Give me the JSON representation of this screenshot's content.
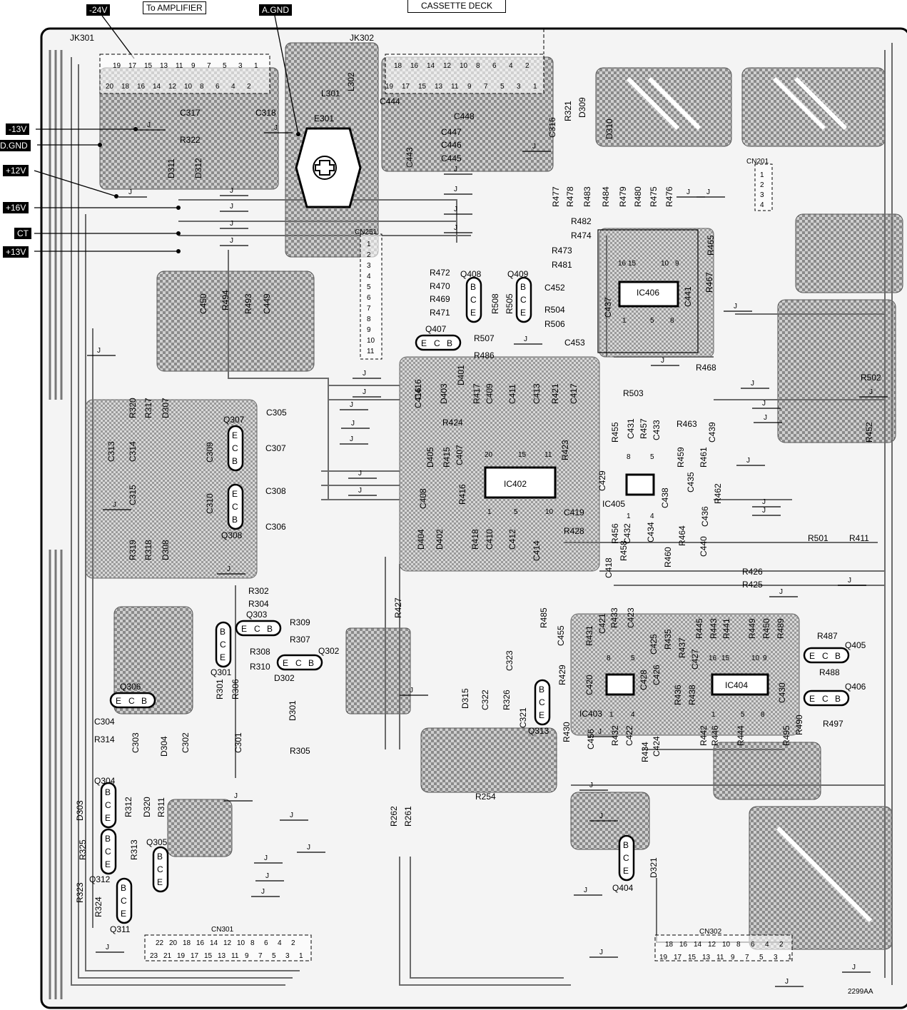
{
  "header_tags": {
    "neg24v": "-24V",
    "to_amplifier": "To AMPLIFIER",
    "a_gnd": "A.GND",
    "cassette_deck": "CASSETTE DECK"
  },
  "side_labels": {
    "neg13v": "-13V",
    "d_gnd": "D.GND",
    "pos12v": "+12V",
    "pos16v": "+16V",
    "ct": "CT",
    "pos13v": "+13V"
  },
  "connectors": {
    "jk301": {
      "name": "JK301",
      "top_row": [
        "19",
        "17",
        "15",
        "13",
        "11",
        "9",
        "7",
        "5",
        "3",
        "1"
      ],
      "bottom_row": [
        "20",
        "18",
        "16",
        "14",
        "12",
        "10",
        "8",
        "6",
        "4",
        "2"
      ]
    },
    "jk302": {
      "name": "JK302",
      "top_row": [
        "18",
        "16",
        "14",
        "12",
        "10",
        "8",
        "6",
        "4",
        "2"
      ],
      "bottom_row": [
        "19",
        "17",
        "15",
        "13",
        "11",
        "9",
        "7",
        "5",
        "3",
        "1"
      ]
    },
    "cn251": {
      "name": "CN251",
      "pins": [
        "1",
        "2",
        "3",
        "4",
        "5",
        "6",
        "7",
        "8",
        "9",
        "10",
        "11"
      ]
    },
    "cn201": {
      "name": "CN201",
      "pins": [
        "1",
        "2",
        "3",
        "4"
      ]
    },
    "cn301": {
      "name": "CN301",
      "top_row": [
        "22",
        "20",
        "18",
        "16",
        "14",
        "12",
        "10",
        "8",
        "6",
        "4",
        "2"
      ],
      "bottom_row": [
        "23",
        "21",
        "19",
        "17",
        "15",
        "13",
        "11",
        "9",
        "7",
        "5",
        "3",
        "1"
      ]
    },
    "cn302": {
      "name": "CN302",
      "top_row": [
        "18",
        "16",
        "14",
        "12",
        "10",
        "8",
        "6",
        "4",
        "2"
      ],
      "bottom_row": [
        "19",
        "17",
        "15",
        "13",
        "11",
        "9",
        "7",
        "5",
        "3",
        "1"
      ]
    }
  },
  "ics": {
    "ic402": "IC402",
    "ic406": "IC406",
    "ic405": "IC405",
    "ic404": "IC404",
    "ic403": "IC403"
  },
  "ic_pins": {
    "ic402_top": [
      "20",
      "15",
      "11"
    ],
    "ic402_bottom": [
      "1",
      "5",
      "10"
    ],
    "ic406_top": [
      "16",
      "15",
      "10",
      "9"
    ],
    "ic406_bottom": [
      "1",
      "5",
      "8"
    ],
    "ic405_top": [
      "8",
      "5"
    ],
    "ic405_bottom": [
      "1",
      "4"
    ],
    "ic404_top": [
      "16",
      "15",
      "10",
      "9"
    ],
    "ic404_bottom": [
      "1",
      "5",
      "8"
    ],
    "ic403_top": [
      "8",
      "5"
    ],
    "ic403_bottom": [
      "1",
      "4"
    ]
  },
  "transistors": [
    {
      "ref": "Q408",
      "pins": "BCE"
    },
    {
      "ref": "Q409",
      "pins": "BCE"
    },
    {
      "ref": "Q407",
      "pins": "ECB"
    },
    {
      "ref": "Q307",
      "pins": "ECB"
    },
    {
      "ref": "Q308",
      "pins": "ECB"
    },
    {
      "ref": "Q303",
      "pins": "ECB"
    },
    {
      "ref": "Q302",
      "pins": "ECB"
    },
    {
      "ref": "Q301",
      "pins": "BCE"
    },
    {
      "ref": "Q306",
      "pins": "ECB"
    },
    {
      "ref": "Q313",
      "pins": "BCE"
    },
    {
      "ref": "Q405",
      "pins": "ECB"
    },
    {
      "ref": "Q406",
      "pins": "ECB"
    },
    {
      "ref": "Q304",
      "pins": "BCE"
    },
    {
      "ref": "Q305",
      "pins": "BCE"
    },
    {
      "ref": "Q312",
      "pins": "BCE"
    },
    {
      "ref": "Q311",
      "pins": "BCE"
    },
    {
      "ref": "Q404",
      "pins": "BCE"
    }
  ],
  "components": [
    "C317",
    "R322",
    "C318",
    "L301",
    "L302",
    "E301",
    "C444",
    "C448",
    "C447",
    "C446",
    "C445",
    "C443",
    "C316",
    "R321",
    "D309",
    "D310",
    "D311",
    "D312",
    "R477",
    "R478",
    "R483",
    "R484",
    "R479",
    "R480",
    "R475",
    "R476",
    "R482",
    "R474",
    "R473",
    "R481",
    "R465",
    "R467",
    "C437",
    "C441",
    "R472",
    "R470",
    "R469",
    "R471",
    "R508",
    "R505",
    "C452",
    "R504",
    "R506",
    "R507",
    "R486",
    "C453",
    "C450",
    "R494",
    "R493",
    "C449",
    "R468",
    "R502",
    "R503",
    "R452",
    "C416",
    "D403",
    "D401",
    "R417",
    "C409",
    "C411",
    "C413",
    "R421",
    "C417",
    "R320",
    "R317",
    "D307",
    "C305",
    "C313",
    "C314",
    "C309",
    "C307",
    "C315",
    "C310",
    "C308",
    "C306",
    "R319",
    "R318",
    "D308",
    "R309",
    "R424",
    "D405",
    "R415",
    "C407",
    "R423",
    "C408",
    "R416",
    "C429",
    "R455",
    "C431",
    "R457",
    "C433",
    "R463",
    "C439",
    "R459",
    "R461",
    "C438",
    "C435",
    "R462",
    "C436",
    "C419",
    "R428",
    "D404",
    "D402",
    "C416",
    "R418",
    "C410",
    "C412",
    "C414",
    "R456",
    "C432",
    "C434",
    "R458",
    "R460",
    "R464",
    "C440",
    "R501",
    "R411",
    "C418",
    "R426",
    "R425",
    "R302",
    "R304",
    "R427",
    "R485",
    "C455",
    "R431",
    "C421",
    "R433",
    "C423",
    "R445",
    "R443",
    "R441",
    "R449",
    "R450",
    "R489",
    "R487",
    "R488",
    "R307",
    "R308",
    "R310",
    "D302",
    "D301",
    "R301",
    "R306",
    "C323",
    "R429",
    "C420",
    "C428",
    "C426",
    "C425",
    "R435",
    "R437",
    "C427",
    "R436",
    "R438",
    "C430",
    "D315",
    "C322",
    "R326",
    "C321",
    "R430",
    "C456",
    "R432",
    "C422",
    "R434",
    "C424",
    "R442",
    "R446",
    "R444",
    "R495",
    "R490",
    "R497",
    "C304",
    "R314",
    "C303",
    "D304",
    "C302",
    "C301",
    "R305",
    "D303",
    "R312",
    "D320",
    "R311",
    "R254",
    "R262",
    "R261",
    "R325",
    "R313",
    "R323",
    "R324",
    "D321"
  ],
  "jumper_label": "J",
  "footer_code": "2299AA"
}
